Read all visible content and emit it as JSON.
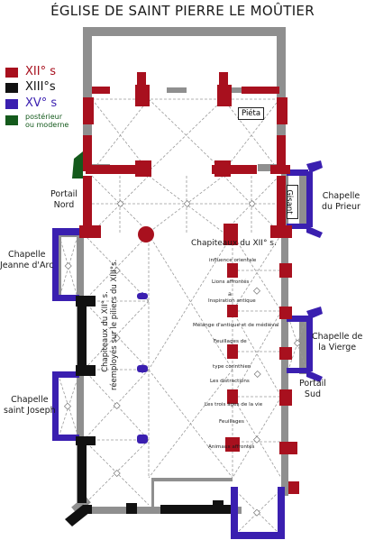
{
  "title": "ÉGLISE DE SAINT PIERRE LE MOÛTIER",
  "colors": {
    "xii": "#a8101e",
    "xiii": "#111111",
    "xv": "#3a1fb0",
    "modern": "#145a1c",
    "wall": "#8f8f8f",
    "dashed": "#9a9a9a"
  },
  "legend": [
    {
      "label": "XII° s",
      "color": "#a8101e"
    },
    {
      "label": "XIII°s",
      "color": "#111111"
    },
    {
      "label": "XV° s",
      "color": "#3a1fb0"
    },
    {
      "label_lines": [
        "postérieur",
        "ou moderne"
      ],
      "color": "#145a1c"
    }
  ],
  "labels": {
    "pieta": "Piéta",
    "gisant": "Gisant",
    "portail_nord": [
      "Portail",
      "Nord"
    ],
    "portail_sud": [
      "Portail",
      "Sud"
    ],
    "chapelle_prieur": [
      "Chapelle",
      "du Prieur"
    ],
    "chapelle_jeanne": [
      "Chapelle",
      "Jeanne d'Arc"
    ],
    "chapelle_vierge": [
      "Chapelle de",
      "la Vierge"
    ],
    "chapelle_joseph": [
      "Chapelle",
      "saint Joseph"
    ],
    "chapiteaux_xii": "Chapiteaux du XII° s.",
    "chapiteaux_reemployes": [
      "Chapiteaux du XII° s.",
      "réemployés sur le piliers du XIII°s."
    ]
  },
  "capitals": [
    "influence orientale",
    "Lions affrontés",
    "a",
    "Inspiration antique",
    "Mélange d'antique et de médiéval",
    "Feuillages de",
    "type corinthien",
    "Les distractions",
    "Les trois âges de la vie",
    "Feuillages",
    "Animaux affrontés"
  ]
}
